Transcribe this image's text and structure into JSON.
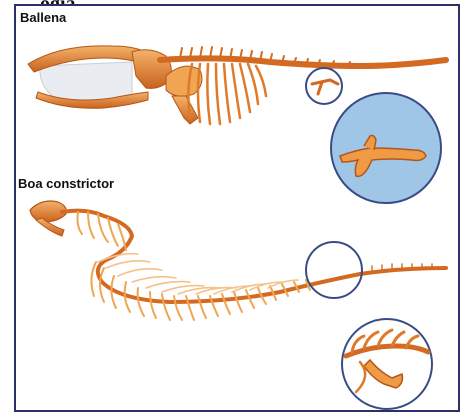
{
  "header": {
    "title": "ogía"
  },
  "figure": {
    "labels": {
      "whale": "Ballena",
      "snake": "Boa constrictor"
    }
  },
  "colors": {
    "bone": "#e07a2a",
    "bone_light": "#f3b26a",
    "bone_dark": "#b4561a",
    "circle_fill": "#9fc6e6",
    "circle_stroke": "#3a4c86",
    "frame_border": "#2b2f6a"
  }
}
